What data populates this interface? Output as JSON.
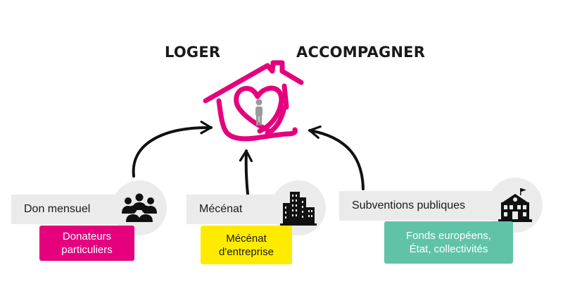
{
  "titles": {
    "left": "LOGER",
    "right": "ACCOMPAGNER"
  },
  "sources": [
    {
      "label": "Don mensuel",
      "icon": "people-group-icon",
      "tag_lines": [
        "Donateurs",
        "particuliers"
      ],
      "tag_color": "#e5007e",
      "tag_text_color": "#ffffff"
    },
    {
      "label": "Mécénat",
      "icon": "office-buildings-icon",
      "tag_lines": [
        "Mécénat",
        "d'entreprise"
      ],
      "tag_color": "#ffeb00",
      "tag_text_color": "#1a1a1a"
    },
    {
      "label": "Subventions publiques",
      "icon": "town-hall-icon",
      "tag_lines": [
        "Fonds européens,",
        "État, collectivités"
      ],
      "tag_color": "#60c3a8",
      "tag_text_color": "#ffffff"
    }
  ],
  "colors": {
    "brand_pink": "#e5007e",
    "arrow": "#111111",
    "panel_grey": "#ecebeb",
    "person": "#9a9a9a"
  }
}
